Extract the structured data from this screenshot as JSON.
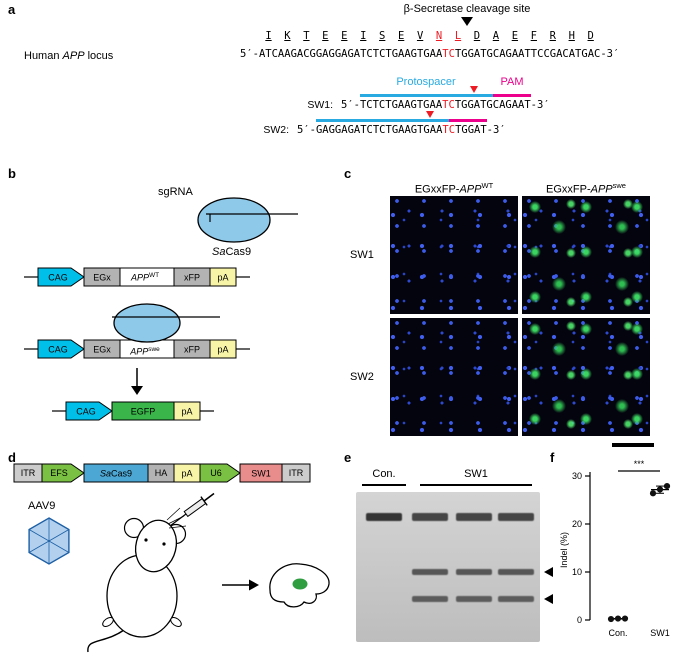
{
  "figure": {
    "panel_a_label": "a",
    "panel_b_label": "b",
    "panel_c_label": "c",
    "panel_d_label": "d",
    "panel_e_label": "e",
    "panel_f_label": "f"
  },
  "colors": {
    "protospacer_cyan": "#29abe2",
    "pam_magenta": "#ec008c",
    "mutation_red": "#ed1c24",
    "cag_cyan": "#00c0ea",
    "pa_yellow": "#f7f4a8",
    "box_gray": "#b3b3b3",
    "egfp_green": "#39b54a",
    "efs_u6_green": "#7ac143",
    "sacas9_blue": "#4da7d4",
    "sw1_box_salmon": "#e98c8c",
    "cas9_blob_blue": "#8ec9ea",
    "nuclei_blue": "#2d49d0",
    "gfp_green": "#3ee065"
  },
  "panel_a": {
    "cleavage_site_label": "β-Secretase cleavage site",
    "locus_label": {
      "pre": "Human ",
      "gene": "APP",
      "post": " locus"
    },
    "amino_acids": [
      "I",
      "K",
      "T",
      "E",
      "E",
      "I",
      "S",
      "E",
      "V",
      "N",
      "L",
      "D",
      "A",
      "E",
      "F",
      "R",
      "H",
      "D"
    ],
    "red_amino_acids": [
      "N",
      "L"
    ],
    "dna": {
      "five": "5′-",
      "pre": "ATCAAGACGGAGGAGATCTCTGAAGTGAA",
      "red": "TC",
      "post": "TGGATGCAGAATTCCGACATGAC",
      "three": "-3′"
    },
    "protospacer_label": "Protospacer",
    "pam_label": "PAM",
    "sw1": {
      "label": "SW1:",
      "five": "5′-",
      "pre": "TCTCTGAAGTGAA",
      "red": "TC",
      "post": "TGGATGCAGAAT",
      "three": "-3′"
    },
    "sw2": {
      "label": "SW2:",
      "five": "5′-",
      "pre": "GAGGAGATCTCTGAAGTGAA",
      "red": "TC",
      "post": "TGGAT",
      "three": "-3′"
    }
  },
  "panel_b": {
    "sgrna_label": "sgRNA",
    "cas9": {
      "italic": "Sa",
      "rest": "Cas9"
    },
    "cag": "CAG",
    "egx": "EGx",
    "xfp": "xFP",
    "pa": "pA",
    "app": "APP",
    "wt": "WT",
    "swe": "swe",
    "egfp": "EGFP"
  },
  "panel_c": {
    "columns": [
      {
        "pre": "EGxxFP-",
        "gene": "APP",
        "sup": "WT"
      },
      {
        "pre": "EGxxFP-",
        "gene": "APP",
        "sup": "swe"
      }
    ],
    "rows": [
      "SW1",
      "SW2"
    ]
  },
  "panel_d": {
    "itr": "ITR",
    "efs": "EFS",
    "sacas9": {
      "italic": "Sa",
      "rest": "Cas9"
    },
    "ha": "HA",
    "pa": "pA",
    "u6": "U6",
    "sw1": "SW1",
    "itr2": "ITR",
    "aav_label": "AAV9"
  },
  "panel_e": {
    "con_label": "Con.",
    "sw1_label": "SW1"
  },
  "chart_data": {
    "type": "scatter",
    "categories": [
      "Con.",
      "SW1"
    ],
    "series": [
      {
        "name": "Con.",
        "values": [
          0.2,
          0.3,
          0.3
        ]
      },
      {
        "name": "SW1",
        "values": [
          26.4,
          27.2,
          27.9
        ]
      }
    ],
    "title": "",
    "xlabel": "",
    "ylabel": "Indel (%)",
    "ylim": [
      0,
      30
    ],
    "yticks": [
      0,
      10,
      20,
      30
    ],
    "significance": "***",
    "legend_position": "none",
    "grid": false
  }
}
